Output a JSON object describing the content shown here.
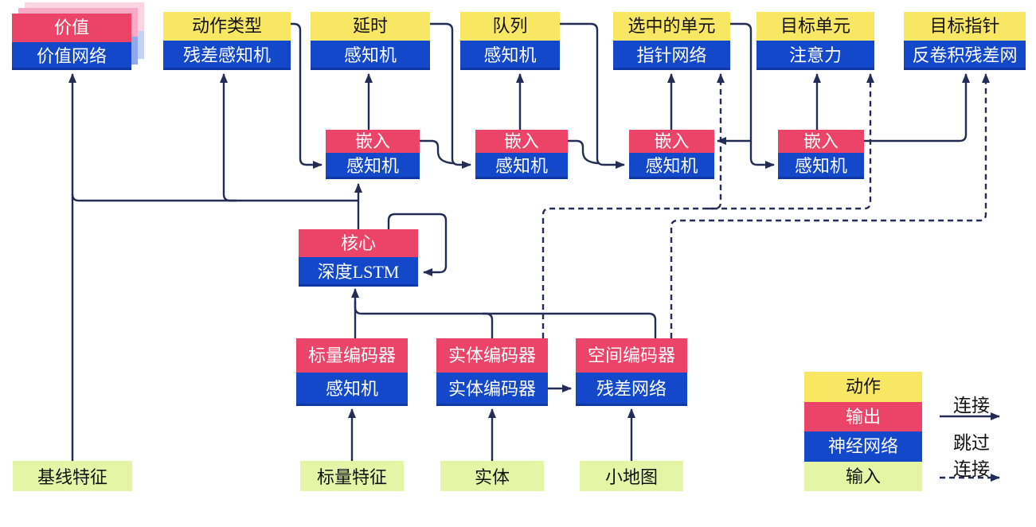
{
  "title": "agent-architecture-diagram",
  "heads": [
    {
      "action": "价值",
      "network": "价值网络"
    },
    {
      "action": "动作类型",
      "network": "残差感知机"
    },
    {
      "action": "延时",
      "network": "感知机"
    },
    {
      "action": "队列",
      "network": "感知机"
    },
    {
      "action": "选中的单元",
      "network": "指针网络"
    },
    {
      "action": "目标单元",
      "network": "注意力"
    },
    {
      "action": "目标指针",
      "network": "反卷积残差网"
    }
  ],
  "embeds": [
    {
      "output": "嵌入",
      "network": "感知机"
    },
    {
      "output": "嵌入",
      "network": "感知机"
    },
    {
      "output": "嵌入",
      "network": "感知机"
    },
    {
      "output": "嵌入",
      "network": "感知机"
    }
  ],
  "core": {
    "output": "核心",
    "network": "深度LSTM"
  },
  "encoders": [
    {
      "output": "标量编码器",
      "network": "感知机"
    },
    {
      "output": "实体编码器",
      "network": "实体编码器"
    },
    {
      "output": "空间编码器",
      "network": "残差网络"
    }
  ],
  "inputs": [
    "基线特征",
    "标量特征",
    "实体",
    "小地图"
  ],
  "legend": {
    "swatches": [
      {
        "label": "动作",
        "type": "action"
      },
      {
        "label": "输出",
        "type": "output"
      },
      {
        "label": "神经网络",
        "type": "network"
      },
      {
        "label": "输入",
        "type": "input"
      }
    ],
    "connect_label": "连接",
    "skip_label_line1": "跳过",
    "skip_label_line2": "连接"
  },
  "colors": {
    "action": "#F8E763",
    "output": "#EC4468",
    "network": "#1348CB",
    "input": "#E5F5A6",
    "line": "#232C55"
  }
}
